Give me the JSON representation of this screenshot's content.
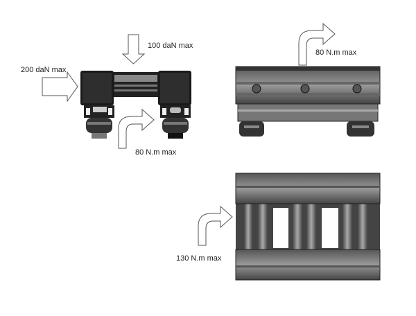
{
  "labels": {
    "vertical_force": "100 daN max",
    "horizontal_force": "200 daN max",
    "torque_front": "80 N.m max",
    "torque_side": "80 N.m max",
    "torque_top": "130 N.m max"
  }
}
